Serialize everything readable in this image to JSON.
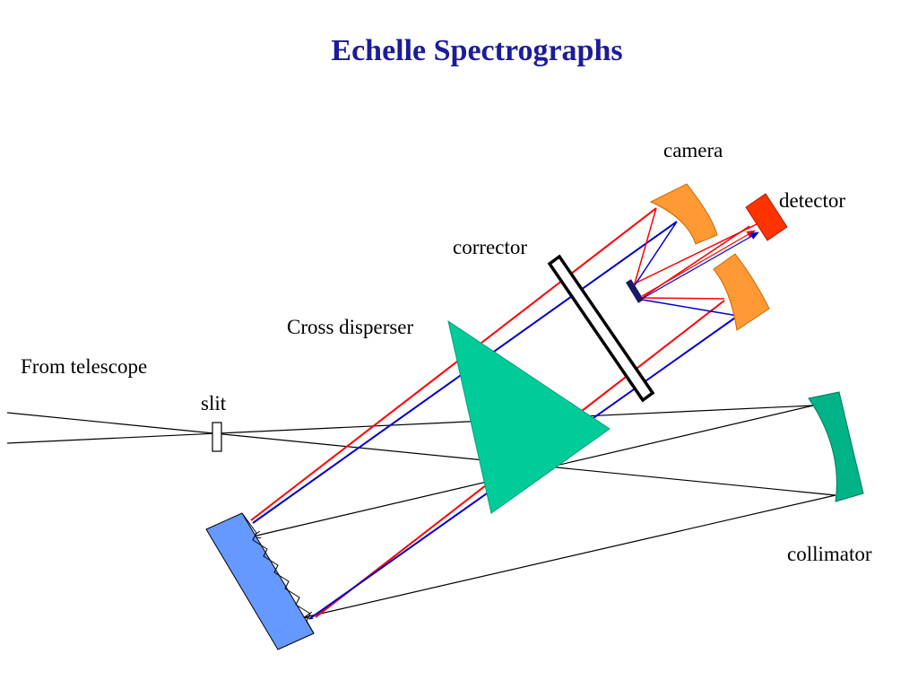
{
  "title": "Echelle Spectrographs",
  "labels": {
    "camera": "camera",
    "detector": "detector",
    "corrector": "corrector",
    "cross_disperser": "Cross disperser",
    "from_telescope": "From telescope",
    "slit": "slit",
    "collimator": "collimator"
  },
  "colors": {
    "title": "#1c1c99",
    "camera": "#ff9933",
    "detector": "#ff3300",
    "prism": "#00cc99",
    "collimator": "#00b386",
    "grating": "#6699ff",
    "ray_red": "#ff0000",
    "ray_blue": "#0000cc"
  }
}
